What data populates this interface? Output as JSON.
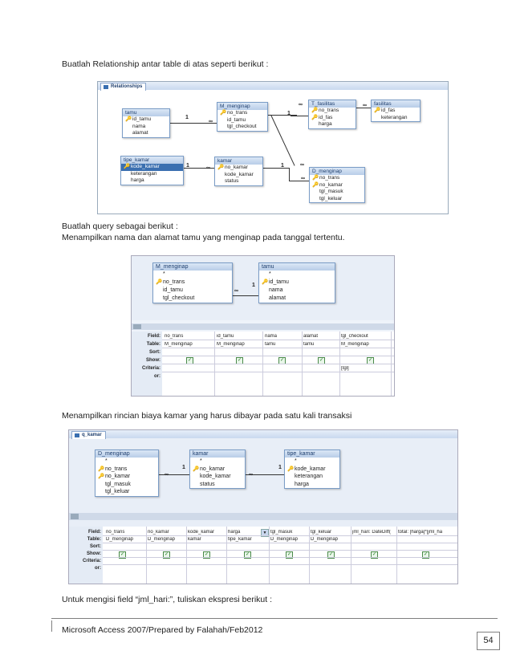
{
  "paragraphs": {
    "p1": "Buatlah Relationship antar table di atas seperti berikut :",
    "p2": "Buatlah query sebagai berikut :",
    "p3": "Menampilkan nama dan alamat tamu yang menginap pada tanggal tertentu.",
    "p4": "Menampilkan rincian biaya kamar yang harus dibayar pada satu kali transaksi",
    "p5": "Untuk mengisi field “jml_hari:”, tuliskan ekspresi berikut :"
  },
  "footer": {
    "text": "Microsoft Access 2007/Prepared by Falahah/Feb2012",
    "page": "54"
  },
  "rel": {
    "tab": "Relationships",
    "tables": {
      "tamu": {
        "title": "tamu",
        "fields": [
          "id_tamu",
          "nama",
          "alamat"
        ]
      },
      "m_menginap": {
        "title": "M_menginap",
        "fields": [
          "no_trans",
          "id_tamu",
          "tgl_checkout"
        ]
      },
      "t_fasilitas": {
        "title": "T_fasilitas",
        "fields": [
          "no_trans",
          "id_fas",
          "harga"
        ]
      },
      "fasilitas": {
        "title": "fasilitas",
        "fields": [
          "id_fas",
          "keterangan"
        ]
      },
      "tipe_kamar": {
        "title": "tipe_kamar",
        "fields": [
          "kode_kamar",
          "keterangan",
          "harga"
        ]
      },
      "kamar": {
        "title": "kamar",
        "fields": [
          "no_kamar",
          "kode_kamar",
          "status"
        ]
      },
      "d_menginap": {
        "title": "D_menginap",
        "fields": [
          "no_trans",
          "no_kamar",
          "tgl_masuk",
          "tgl_keluar"
        ]
      }
    }
  },
  "q1": {
    "tables": {
      "m_menginap": {
        "title": "M_menginap",
        "fields": [
          "*",
          "no_trans",
          "id_tamu",
          "tgl_checkout"
        ]
      },
      "tamu": {
        "title": "tamu",
        "fields": [
          "*",
          "id_tamu",
          "nama",
          "alamat"
        ]
      }
    },
    "grid_labels": [
      "Field:",
      "Table:",
      "Sort:",
      "Show:",
      "Criteria:",
      "or:"
    ],
    "columns": [
      {
        "field": "no_trans",
        "table": "M_menginap",
        "criteria": ""
      },
      {
        "field": "id_tamu",
        "table": "M_menginap",
        "criteria": ""
      },
      {
        "field": "nama",
        "table": "tamu",
        "criteria": ""
      },
      {
        "field": "alamat",
        "table": "tamu",
        "criteria": ""
      },
      {
        "field": "tgl_checkout",
        "table": "M_menginap",
        "criteria": "[tgl]"
      }
    ]
  },
  "q2": {
    "tab": "q_kamar",
    "tables": {
      "d_menginap": {
        "title": "D_menginap",
        "fields": [
          "*",
          "no_trans",
          "no_kamar",
          "tgl_masuk",
          "tgl_keluar"
        ]
      },
      "kamar": {
        "title": "kamar",
        "fields": [
          "*",
          "no_kamar",
          "kode_kamar",
          "status"
        ]
      },
      "tipe_kamar": {
        "title": "tipe_kamar",
        "fields": [
          "*",
          "kode_kamar",
          "keterangan",
          "harga"
        ]
      }
    },
    "grid_labels": [
      "Field:",
      "Table:",
      "Sort:",
      "Show:",
      "Criteria:",
      "or:"
    ],
    "columns": [
      {
        "field": "no_trans",
        "table": "D_menginap"
      },
      {
        "field": "no_kamar",
        "table": "D_menginap"
      },
      {
        "field": "kode_kamar",
        "table": "kamar"
      },
      {
        "field": "harga",
        "table": "tipe_kamar"
      },
      {
        "field": "tgl_masuk",
        "table": "D_menginap"
      },
      {
        "field": "tgl_keluar",
        "table": "D_menginap"
      },
      {
        "field": "jml_hari: DateDiff(",
        "table": ""
      },
      {
        "field": "total: [harga]*[jml_ha",
        "table": ""
      }
    ]
  },
  "cardinality": {
    "one": "1",
    "many": "∞"
  }
}
